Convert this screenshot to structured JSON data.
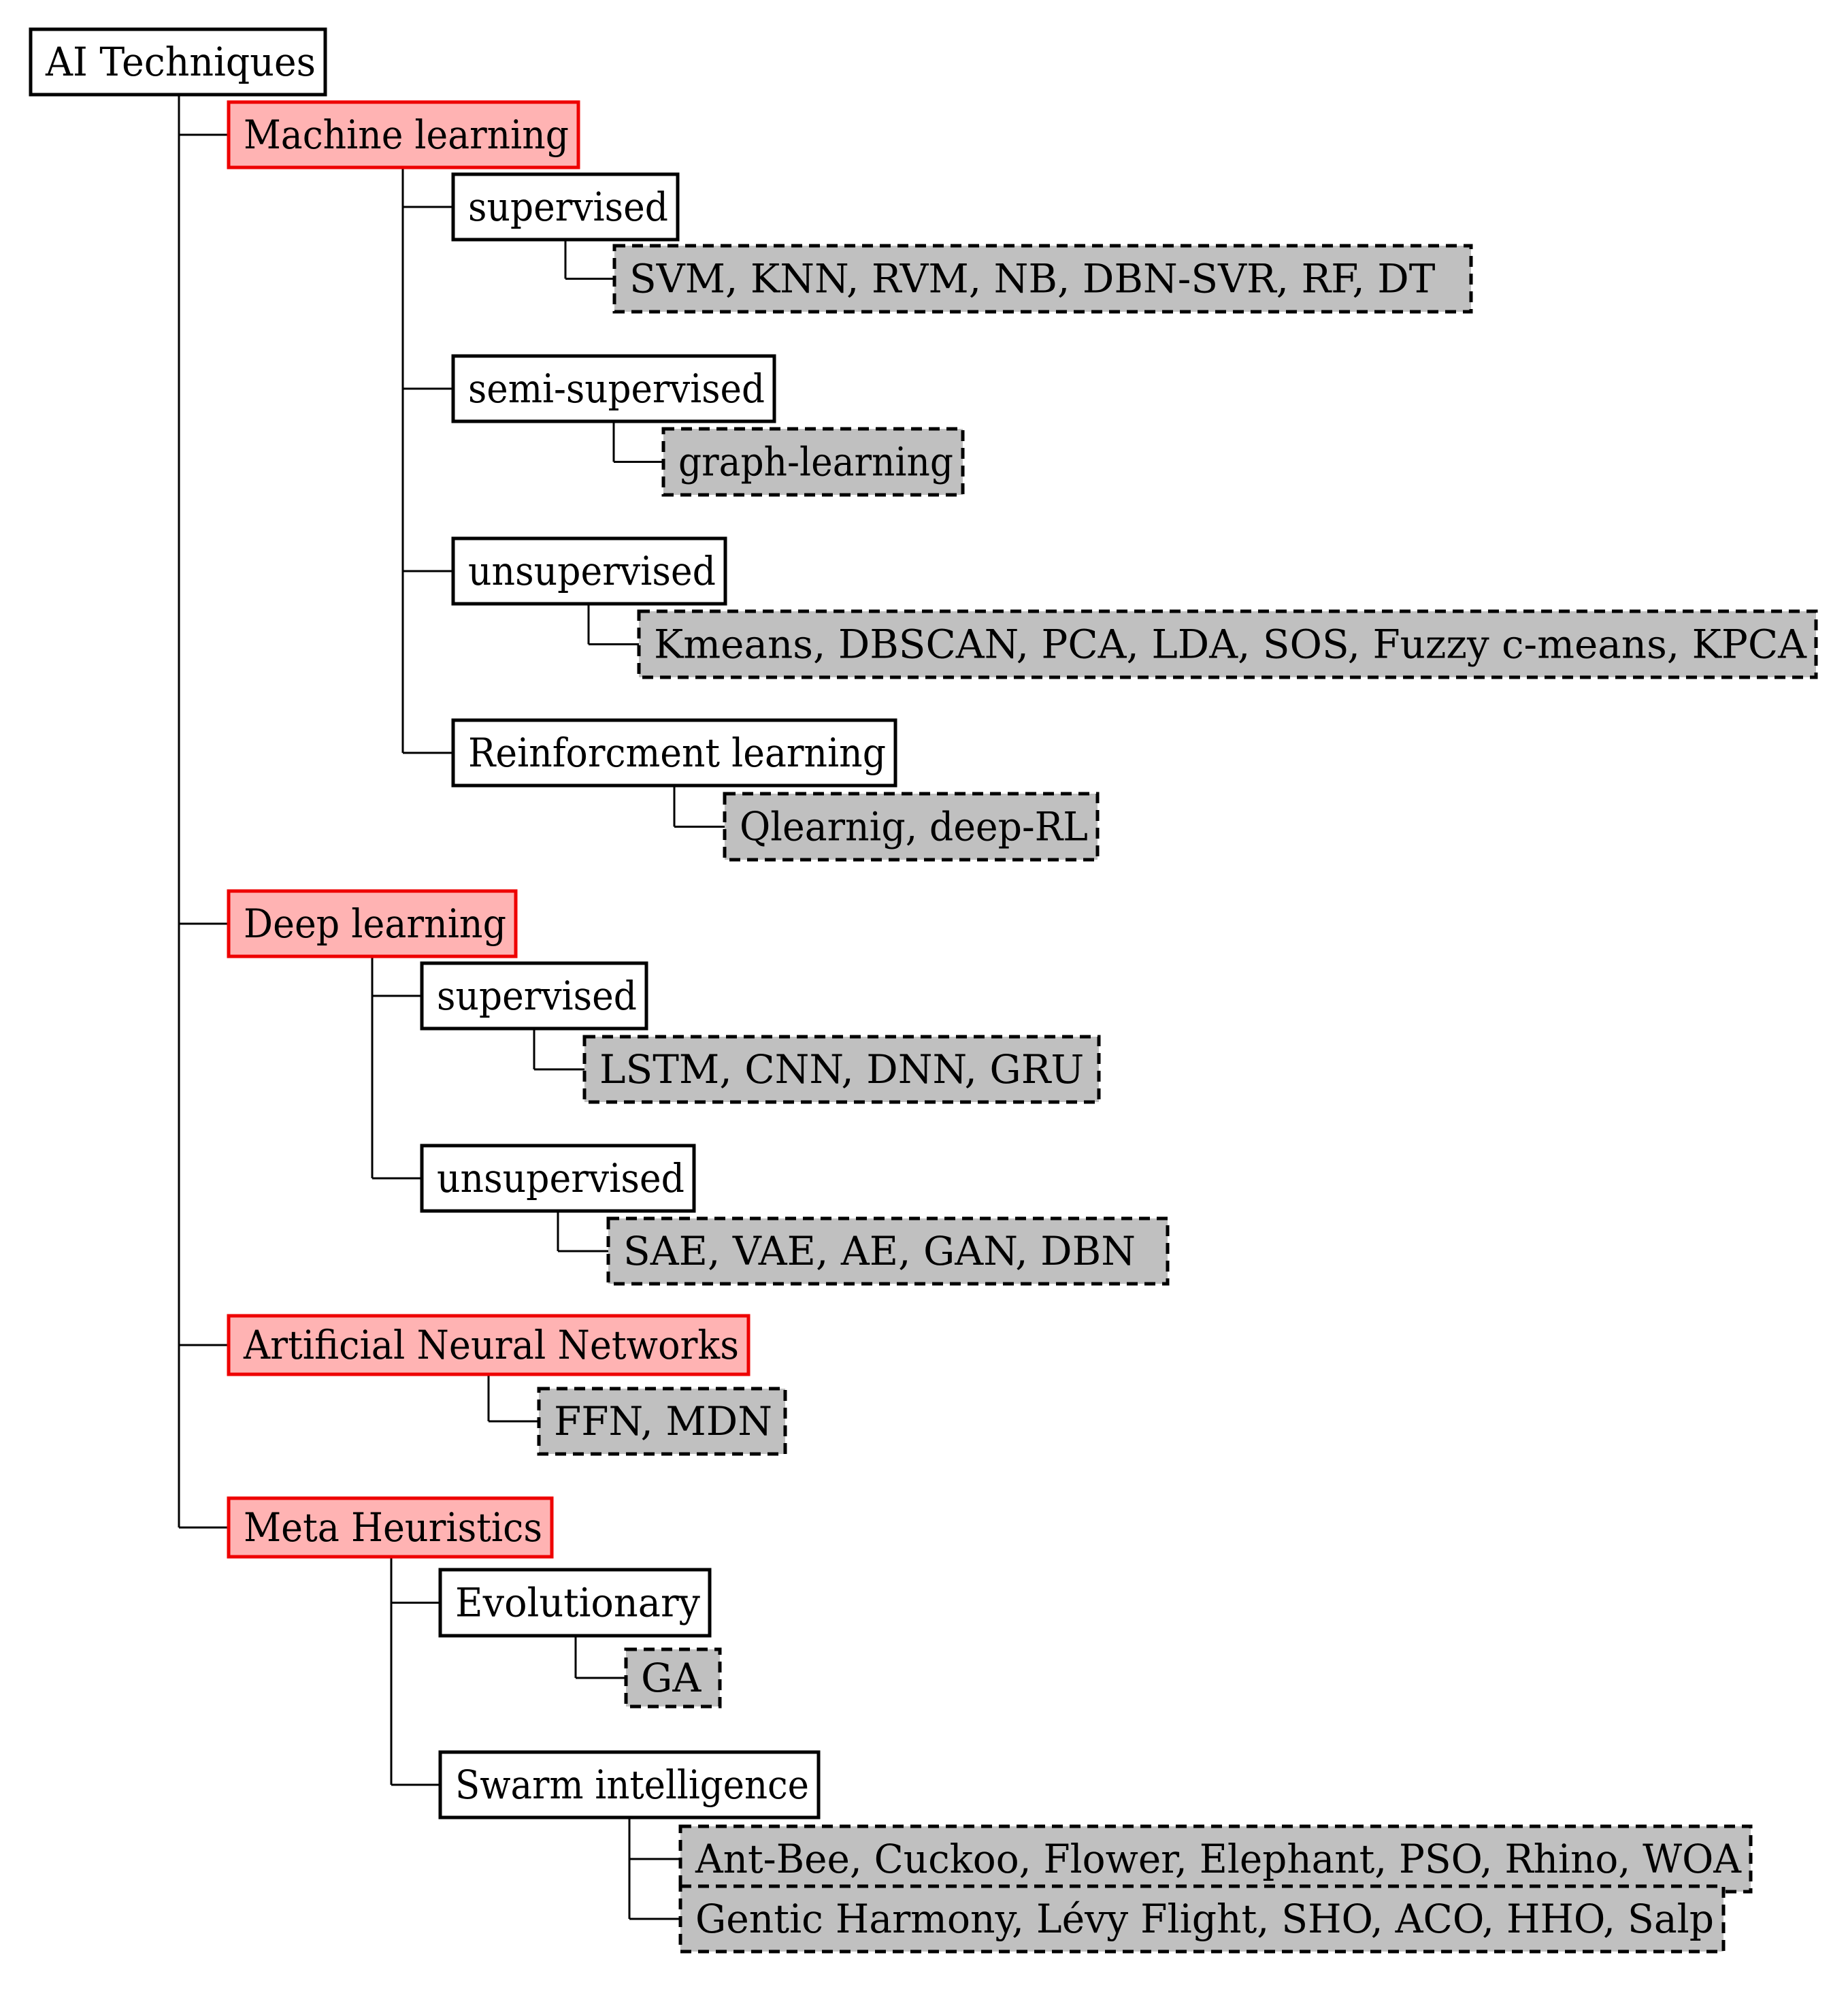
{
  "colors": {
    "line": "#000000",
    "category_fill": "#ffb3b3",
    "category_stroke": "#ee0000",
    "method_fill": "#ffffff",
    "leaf_fill": "#c0c0c0"
  },
  "tree": {
    "root": "AI Techniques",
    "categories": [
      {
        "label": "Machine learning",
        "children": [
          {
            "label": "supervised",
            "leaves": [
              "SVM, KNN, RVM, NB, DBN-SVR, RF, DT"
            ]
          },
          {
            "label": "semi-supervised",
            "leaves": [
              "graph-learning"
            ]
          },
          {
            "label": "unsupervised",
            "leaves": [
              "Kmeans, DBSCAN, PCA, LDA, SOS, Fuzzy c-means, KPCA"
            ]
          },
          {
            "label": "Reinforcment learning",
            "leaves": [
              "Qlearnig, deep-RL"
            ]
          }
        ]
      },
      {
        "label": "Deep learning",
        "children": [
          {
            "label": "supervised",
            "leaves": [
              "LSTM, CNN, DNN, GRU"
            ]
          },
          {
            "label": "unsupervised",
            "leaves": [
              "SAE, VAE, AE, GAN, DBN"
            ]
          }
        ]
      },
      {
        "label": "Artificial Neural Networks",
        "leaves": [
          "FFN, MDN"
        ]
      },
      {
        "label": "Meta Heuristics",
        "children": [
          {
            "label": "Evolutionary",
            "leaves": [
              "GA"
            ]
          },
          {
            "label": "Swarm intelligence",
            "leaves": [
              "Ant-Bee, Cuckoo, Flower, Elephant, PSO, Rhino, WOA",
              "Gentic Harmony, Lévy Flight, SHO, ACO, HHO, Salp"
            ]
          }
        ]
      }
    ]
  }
}
